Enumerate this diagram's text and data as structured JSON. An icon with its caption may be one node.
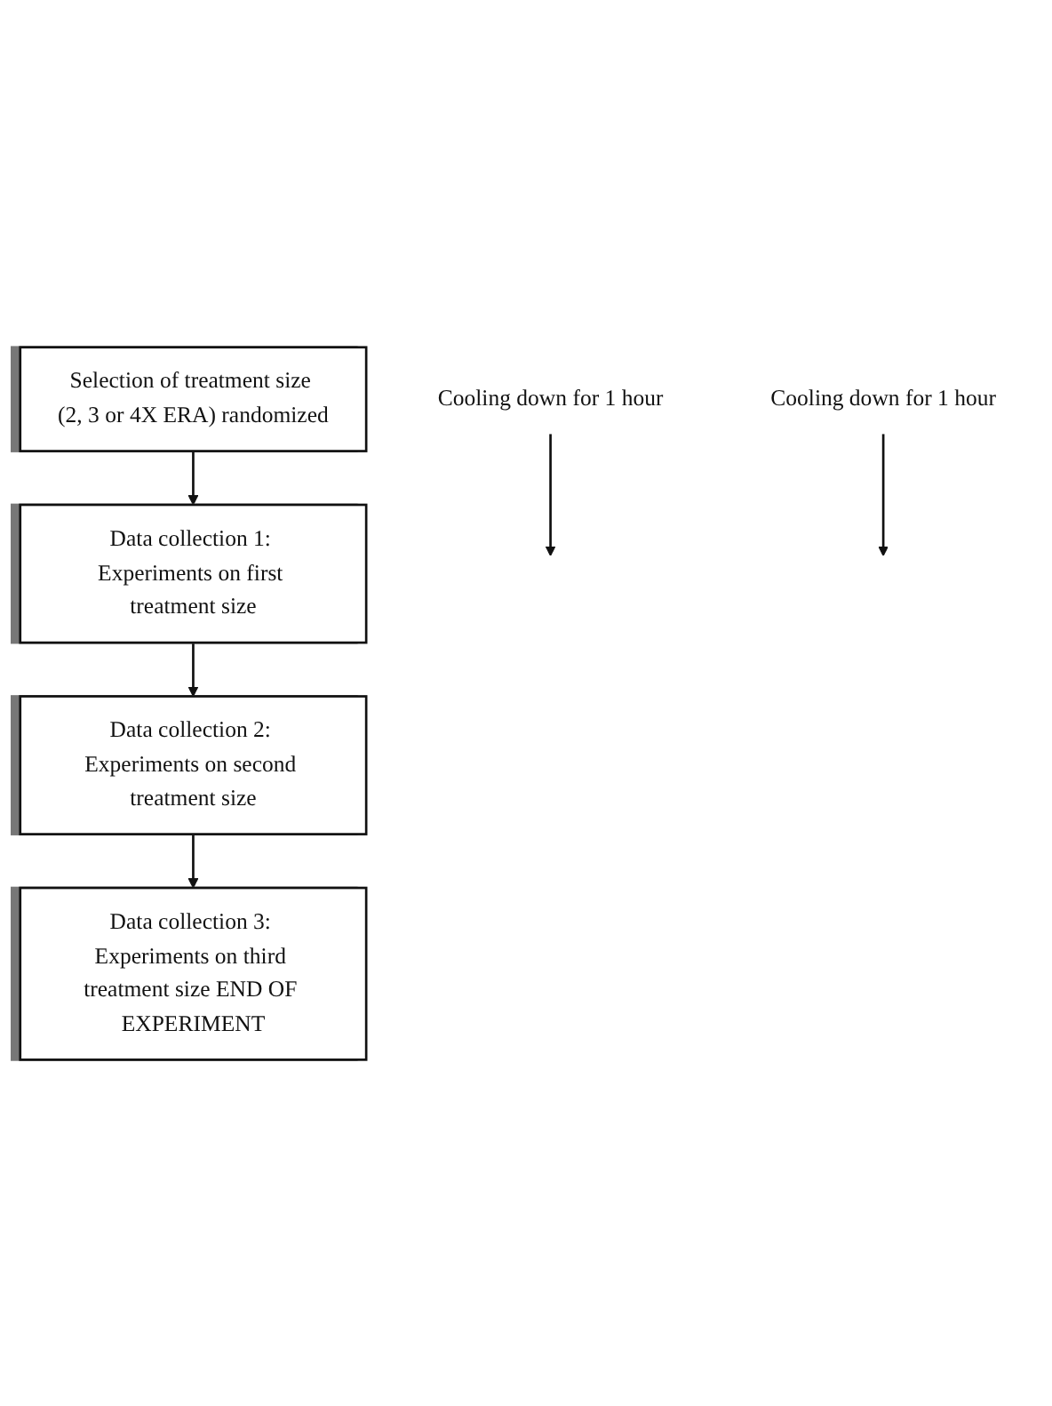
{
  "diagram": {
    "nodes": [
      {
        "text": [
          "Selection of treatment size (2, 3 or 4X ERA) randomized"
        ]
      },
      {
        "text": [
          "Data collection 1: Experiments on first treatment size"
        ]
      },
      {
        "text": [
          "Cooling down for 1 hour"
        ]
      },
      {
        "text": [
          "Data collection 2: Experiments on second treatment size"
        ]
      },
      {
        "text": [
          "Cooling down for 1 hour"
        ]
      },
      {
        "text": [
          "Data collection 3: Experiments on third treatment size END OF EXPERIMENT"
        ]
      }
    ],
    "edges": [
      {
        "from": 0,
        "to": 1,
        "arrow": "to"
      },
      {
        "from": 1,
        "to": 3,
        "arrow": "to"
      },
      {
        "from": 2,
        "to": null,
        "arrow": "to"
      },
      {
        "from": 3,
        "to": 5,
        "arrow": "to"
      },
      {
        "from": 4,
        "to": null,
        "arrow": "to"
      }
    ]
  }
}
